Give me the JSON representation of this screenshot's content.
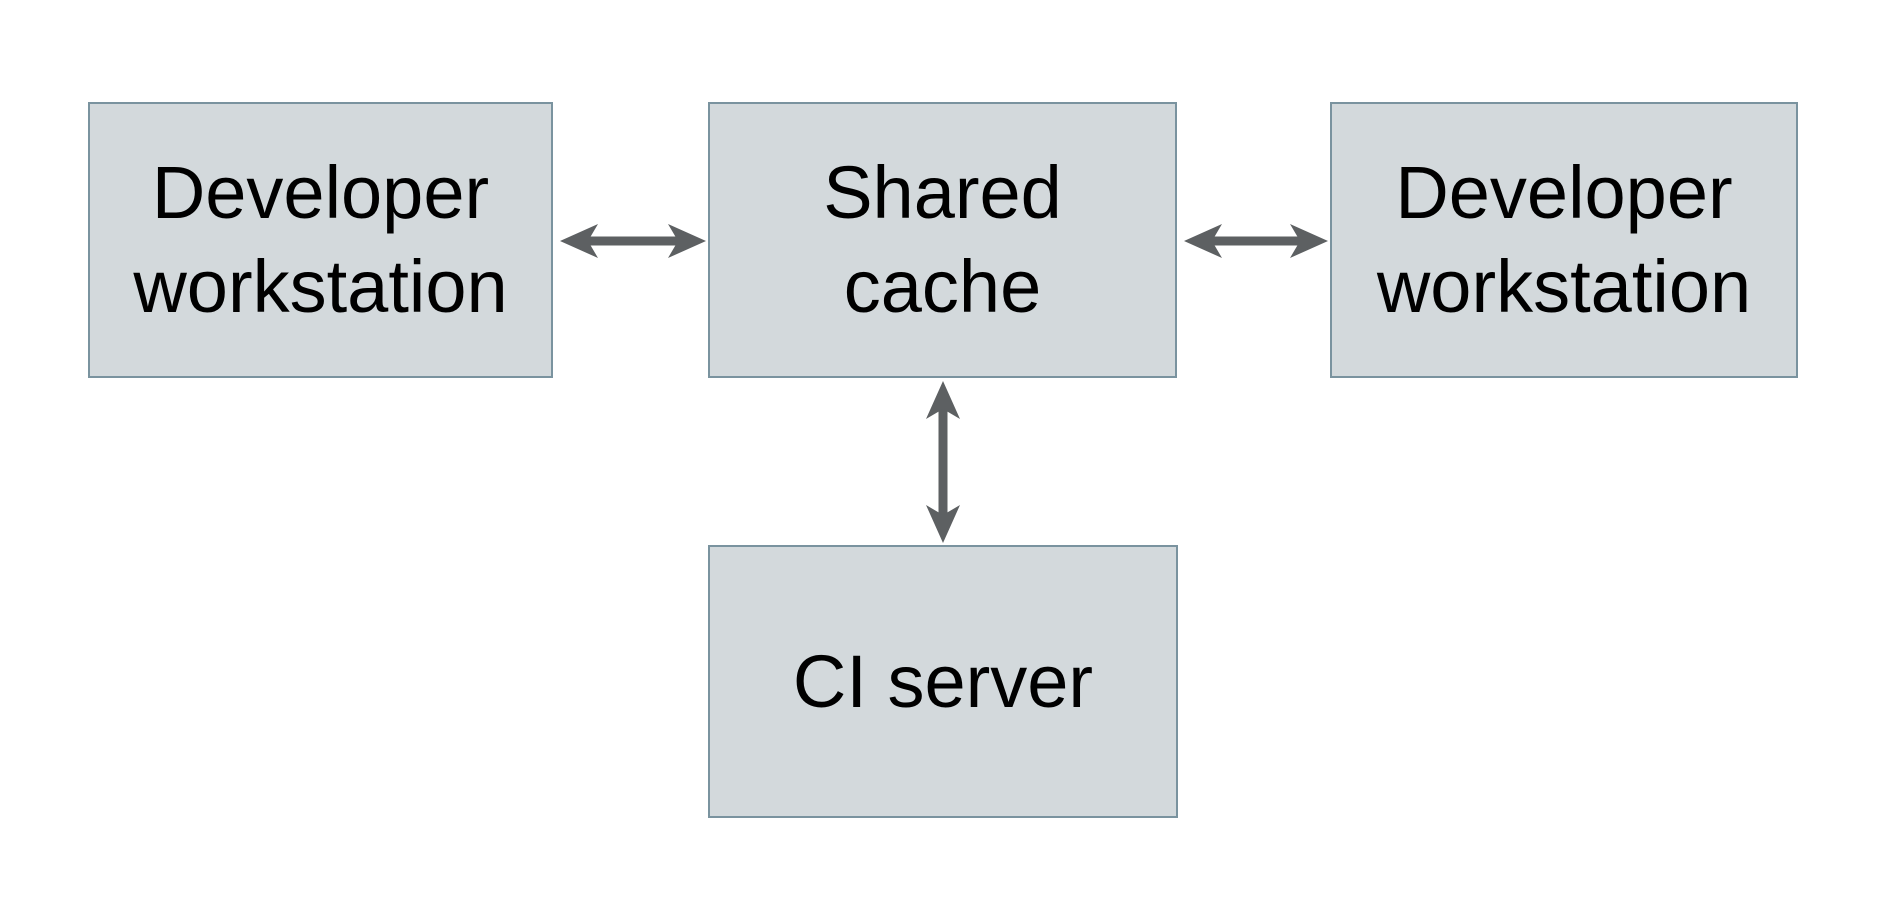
{
  "diagram": {
    "type": "architecture-diagram",
    "background_color": "#ffffff",
    "style": {
      "node_fill": "#d3d9dc",
      "node_border_color": "#7a939f",
      "arrow_color": "#5d6062",
      "text_color": "#000000"
    },
    "nodes": [
      {
        "id": "developer-workstation-left",
        "label": "Developer\nworkstation"
      },
      {
        "id": "shared-cache",
        "label": "Shared\ncache"
      },
      {
        "id": "developer-workstation-right",
        "label": "Developer\nworkstation"
      },
      {
        "id": "ci-server",
        "label": "CI server"
      }
    ],
    "edges": [
      {
        "from": "developer-workstation-left",
        "to": "shared-cache",
        "direction": "bidirectional"
      },
      {
        "from": "shared-cache",
        "to": "developer-workstation-right",
        "direction": "bidirectional"
      },
      {
        "from": "shared-cache",
        "to": "ci-server",
        "direction": "bidirectional"
      }
    ]
  }
}
